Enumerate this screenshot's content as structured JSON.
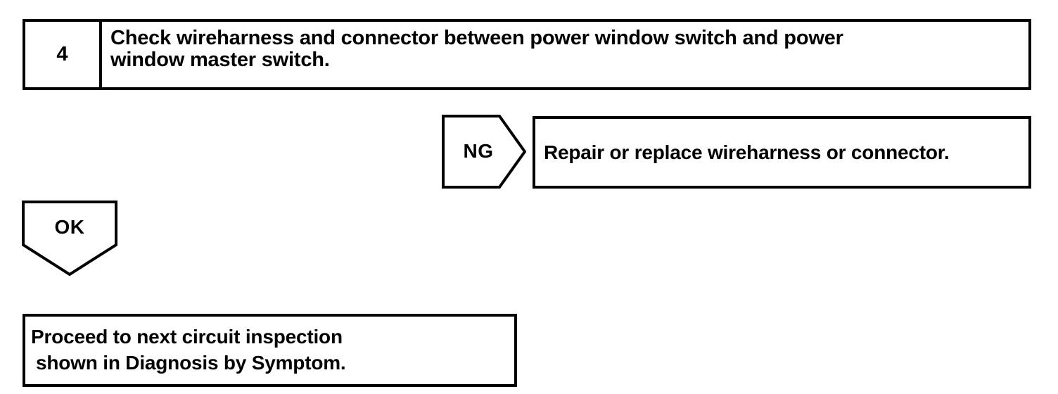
{
  "diagram": {
    "type": "diagnostic-flowchart",
    "background_color": "#ffffff",
    "line_color": "#000000",
    "text_color": "#000000"
  },
  "step": {
    "number": "4",
    "text_line1": "Check wireharness and connector between power window switch and power",
    "text_line2": "window master switch."
  },
  "branch_ng": {
    "label": "NG",
    "result_line": "Repair or replace wireharness or connector."
  },
  "branch_ok": {
    "label": "OK",
    "result_line1": "Proceed to next circuit inspection",
    "result_line2": "shown in Diagnosis by Symptom."
  }
}
